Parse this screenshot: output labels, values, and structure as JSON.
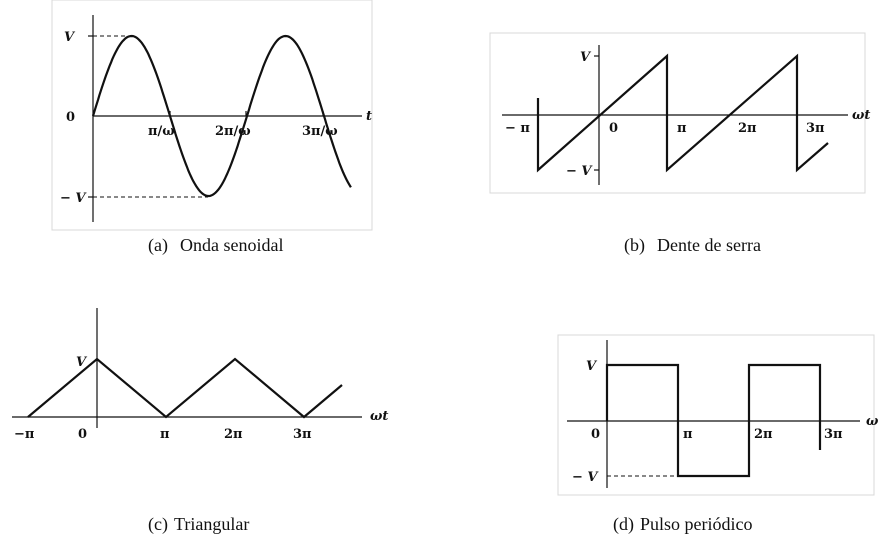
{
  "panels": [
    {
      "id": "a",
      "caption_letter": "(a)",
      "caption_text": "Onda senoidal",
      "labels": {
        "v_pos": "V",
        "v_neg": "− V",
        "zero": "0",
        "axis": "t",
        "tick1": "π/ω",
        "tick2": "2π/ω",
        "tick3": "3π/ω"
      }
    },
    {
      "id": "b",
      "caption_letter": "(b)",
      "caption_text": "Dente de serra",
      "labels": {
        "v_pos": "V",
        "v_neg": "− V",
        "zero": "0",
        "axis": "ωt",
        "neg_pi": "− π",
        "tick1": "π",
        "tick2": "2π",
        "tick3": "3π"
      }
    },
    {
      "id": "c",
      "caption_letter": "(c)",
      "caption_text": "Triangular",
      "labels": {
        "v_pos": "V",
        "zero": "0",
        "axis": "ωt",
        "neg_pi": "−π",
        "tick1": "π",
        "tick2": "2π",
        "tick3": "3π"
      }
    },
    {
      "id": "d",
      "caption_letter": "(d)",
      "caption_text": "Pulso periódico",
      "labels": {
        "v_pos": "V",
        "v_neg": "− V",
        "zero": "0",
        "axis": "ω",
        "tick1": "π",
        "tick2": "2π",
        "tick3": "3π"
      }
    }
  ],
  "colors": {
    "stroke": "#111111",
    "frame": "#d8d8d8"
  }
}
